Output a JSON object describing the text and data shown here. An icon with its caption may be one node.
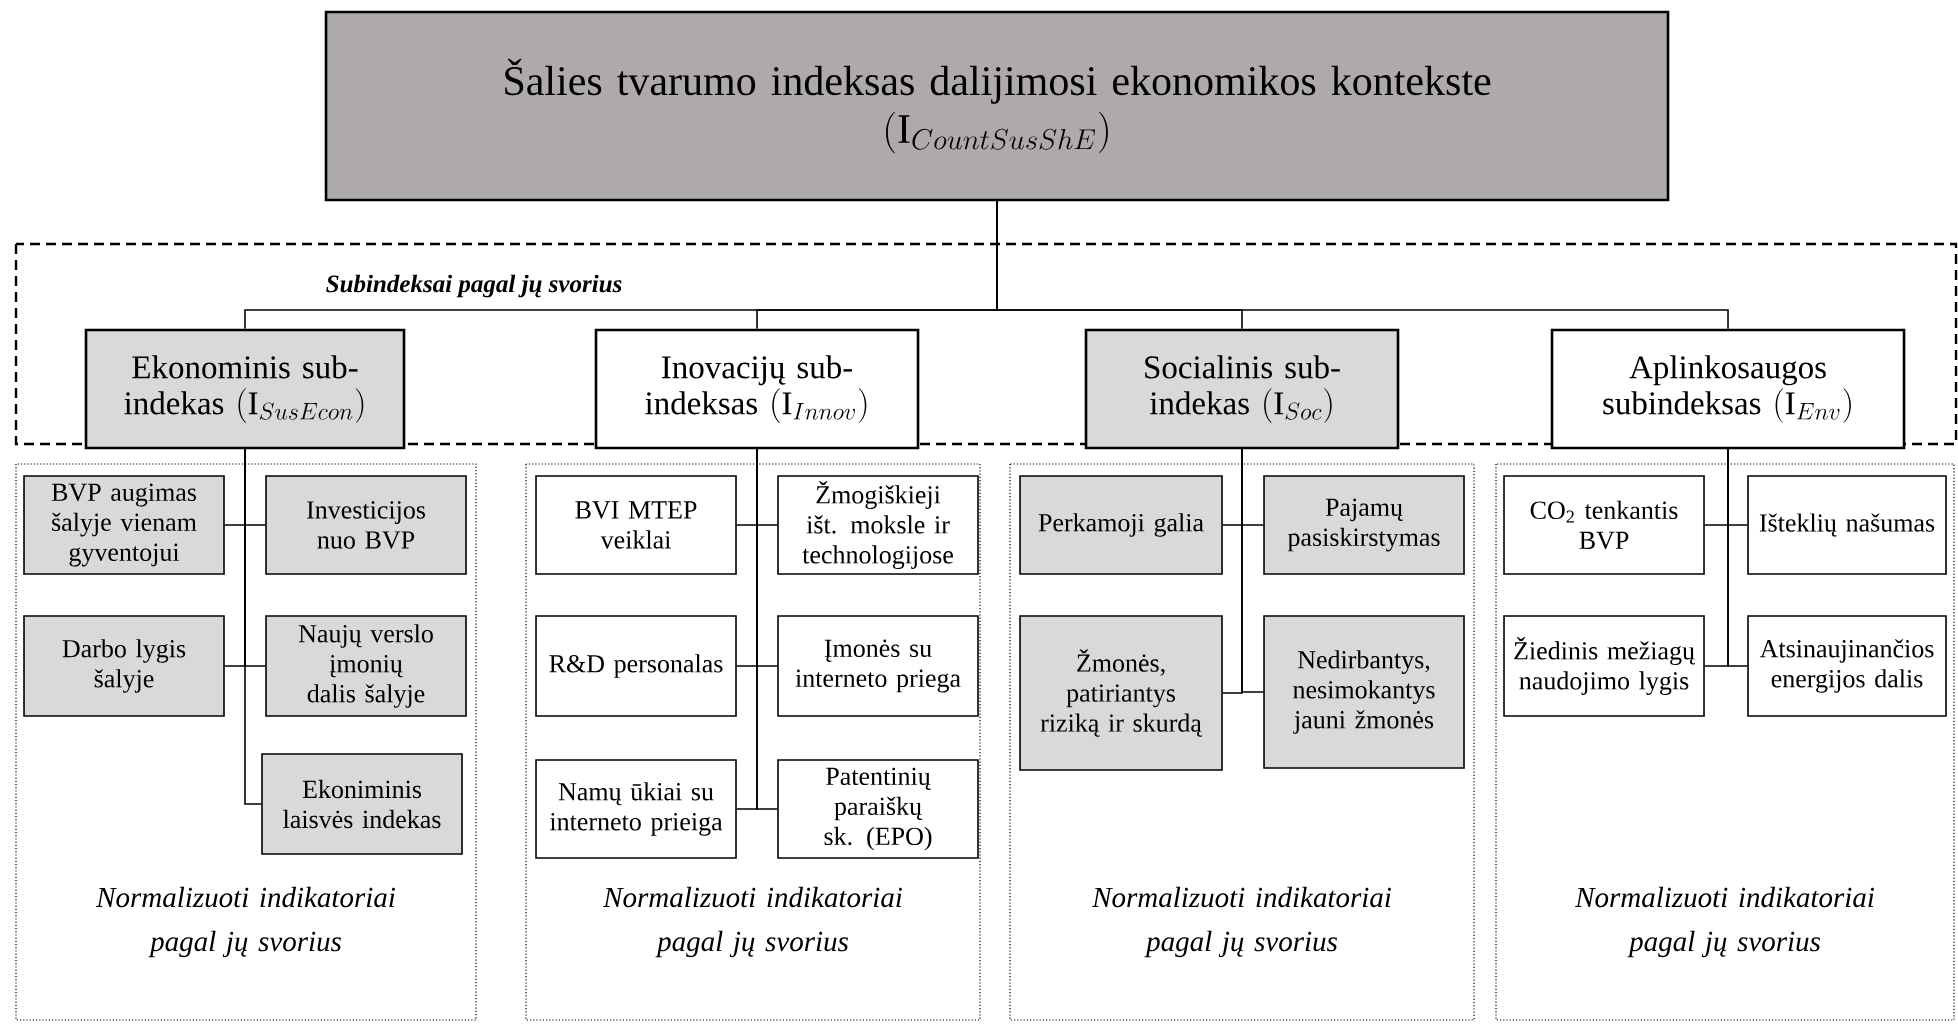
{
  "diagram": {
    "nodes": [
      {
        "text": [
          "Šalies tvarumo indeksas dalijimosi ekonomikos kontekste",
          "(\\mathrm{I}_{CountSusShE})"
        ]
      },
      {
        "text": [
          "Subindeksai pagal jų svorius"
        ]
      },
      {
        "text": [
          "Ekonominis sub-indekas",
          "(\\mathrm{I}_{SusEcon})"
        ],
        "in": 1
      },
      {
        "text": [
          "Inovacijų sub-indeksas",
          "(\\mathrm{I}_{Innov})"
        ],
        "in": 1
      },
      {
        "text": [
          "Socialinis sub-indekas",
          "(\\mathrm{I}_{Soc})"
        ],
        "in": 1
      },
      {
        "text": [
          "Aplinkosaugos subindeksas",
          "(\\mathrm{I}_{Env})"
        ],
        "in": 1
      },
      {
        "text": [
          "Normalizuoti indikatoriai pagal jų svorius"
        ]
      },
      {
        "text": [
          "BVP augimas šalyje vienam gyventojui"
        ],
        "in": 6
      },
      {
        "text": [
          "Investicijos nuo BVP"
        ],
        "in": 6
      },
      {
        "text": [
          "Darbo lygis šalyje"
        ],
        "in": 6
      },
      {
        "text": [
          "Naujų verslo įmonių dalis šalyje"
        ],
        "in": 6
      },
      {
        "text": [
          "Ekoniminis laisvės indekas"
        ],
        "in": 6
      },
      {
        "text": [
          "Normalizuoti indikatoriai pagal jų svorius"
        ]
      },
      {
        "text": [
          "BVI MTEP veiklai"
        ],
        "in": 12
      },
      {
        "text": [
          "Žmogiškieji išt. moksle ir technologijose"
        ],
        "in": 12
      },
      {
        "text": [
          "R&D personalas"
        ],
        "in": 12
      },
      {
        "text": [
          "Įmonės su interneto priega"
        ],
        "in": 12
      },
      {
        "text": [
          "Namų ūkiai su interneto prieiga"
        ],
        "in": 12
      },
      {
        "text": [
          "Patentinių paraiškų sk. (EPO)"
        ],
        "in": 12
      },
      {
        "text": [
          "Normalizuoti indikatoriai pagal jų svorius"
        ]
      },
      {
        "text": [
          "Perkamoji galia"
        ],
        "in": 19
      },
      {
        "text": [
          "Pajamų pasiskirstymas"
        ],
        "in": 19
      },
      {
        "text": [
          "Žmonės, patiriantys riziką ir skurdą"
        ],
        "in": 19
      },
      {
        "text": [
          "Nedirbantys, nesimokantys jauni žmonės"
        ],
        "in": 19
      },
      {
        "text": [
          "Normalizuoti indikatoriai pagal jų svorius"
        ]
      },
      {
        "text": [
          "CO$_{2}$ tenkantis BVP"
        ],
        "in": 24
      },
      {
        "text": [
          "Išteklių našumas"
        ],
        "in": 24
      },
      {
        "text": [
          "Žiedinis mežiagų naudojimo lygis"
        ],
        "in": 24
      },
      {
        "text": [
          "Atsinaujinančios energijos dalis"
        ],
        "in": 24
      }
    ],
    "edges": [
      {
        "from": 0,
        "to": 2,
        "arrow": "none"
      },
      {
        "from": 0,
        "to": 3,
        "arrow": "none"
      },
      {
        "from": 0,
        "to": 4,
        "arrow": "none"
      },
      {
        "from": 0,
        "to": 5,
        "arrow": "none"
      },
      {
        "from": 2,
        "to": 7,
        "arrow": "none"
      },
      {
        "from": 2,
        "to": 8,
        "arrow": "none"
      },
      {
        "from": 2,
        "to": 9,
        "arrow": "none"
      },
      {
        "from": 2,
        "to": 10,
        "arrow": "none"
      },
      {
        "from": 2,
        "to": 11,
        "arrow": "none"
      },
      {
        "from": 3,
        "to": 13,
        "arrow": "none"
      },
      {
        "from": 3,
        "to": 14,
        "arrow": "none"
      },
      {
        "from": 3,
        "to": 15,
        "arrow": "none"
      },
      {
        "from": 3,
        "to": 16,
        "arrow": "none"
      },
      {
        "from": 3,
        "to": 17,
        "arrow": "none"
      },
      {
        "from": 3,
        "to": 18,
        "arrow": "none"
      },
      {
        "from": 4,
        "to": 20,
        "arrow": "none"
      },
      {
        "from": 4,
        "to": 21,
        "arrow": "none"
      },
      {
        "from": 4,
        "to": 22,
        "arrow": "none"
      },
      {
        "from": 4,
        "to": 23,
        "arrow": "none"
      },
      {
        "from": 5,
        "to": 25,
        "arrow": "none"
      },
      {
        "from": 5,
        "to": 26,
        "arrow": "none"
      },
      {
        "from": 5,
        "to": 27,
        "arrow": "none"
      },
      {
        "from": 5,
        "to": 28,
        "arrow": "none"
      }
    ]
  }
}
